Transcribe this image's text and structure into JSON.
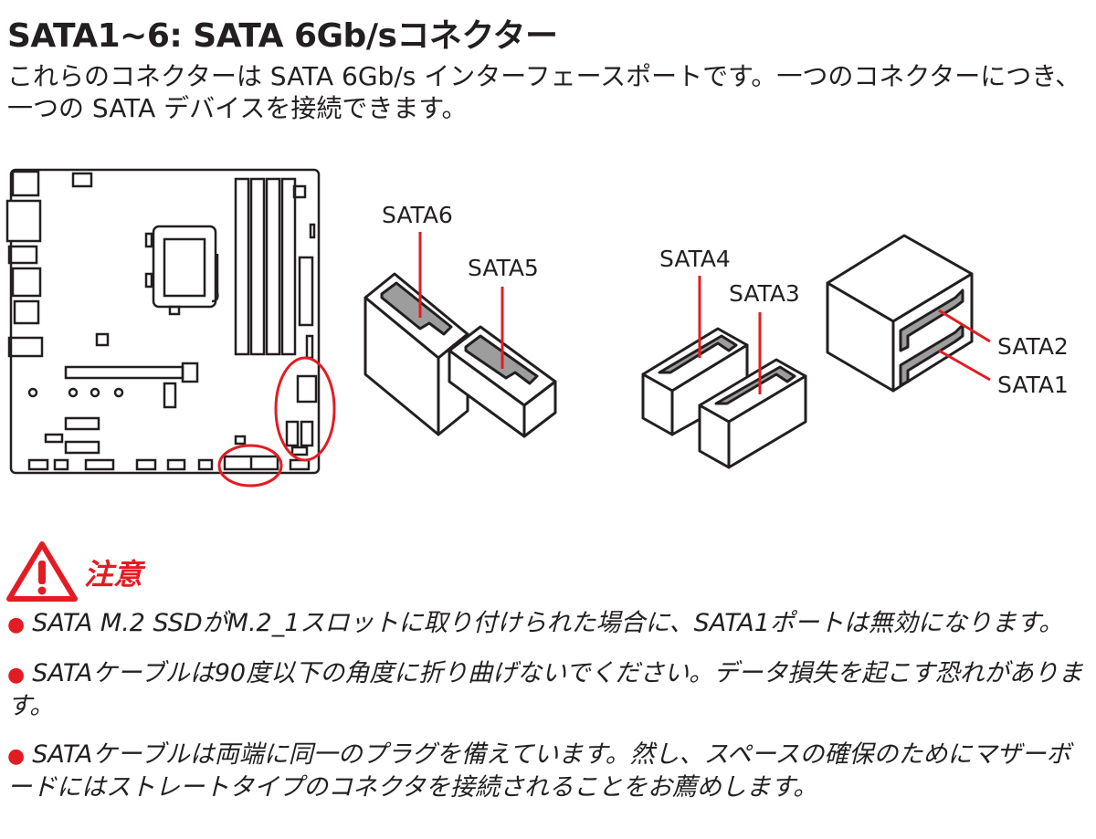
{
  "heading": {
    "title": "SATA1~6: SATA 6Gb/sコネクター",
    "intro": "これらのコネクターは SATA 6Gb/s インターフェースポートです。一つのコネクターにつき、一つの SATA デバイスを接続できます。"
  },
  "diagram": {
    "labels": {
      "sata6": "SATA6",
      "sata5": "SATA5",
      "sata4": "SATA4",
      "sata3": "SATA3",
      "sata2": "SATA2",
      "sata1": "SATA1"
    },
    "colors": {
      "highlight": "#e31c23",
      "outline": "#231f20",
      "port_fill": "#9d9d9d"
    },
    "icons": [
      "motherboard-icon",
      "sata-connector-icon",
      "stacked-sata-connector-icon"
    ]
  },
  "important": {
    "title": "注意",
    "icon": "warning-triangle-icon",
    "color": "#e31c23",
    "notes": [
      "SATA M.2 SSDがM.2_1スロットに取り付けられた場合に、SATA1ポートは無効になります。",
      "SATAケーブルは90度以下の角度に折り曲げないでください。データ損失を起こす恐れがあります。",
      "SATAケーブルは両端に同一のプラグを備えています。然し、スペースの確保のためにマザーボードにはストレートタイプのコネクタを接続されることをお薦めします。"
    ]
  }
}
